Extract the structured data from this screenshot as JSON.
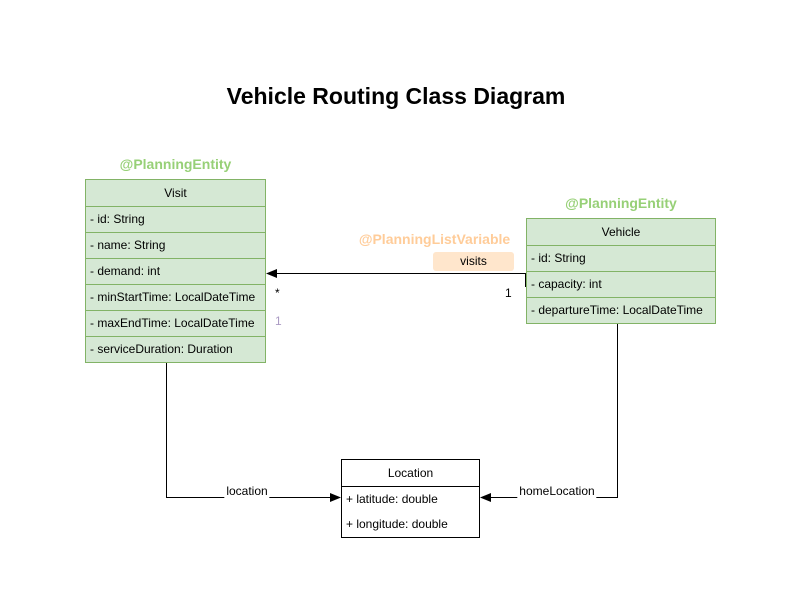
{
  "diagram_title": "Vehicle Routing Class Diagram",
  "classes": [
    {
      "name": "Visit",
      "annotation": "@PlanningEntity",
      "fields": [
        "- id: String",
        "- name: String",
        "- demand: int",
        "- minStartTime: LocalDateTime",
        "- maxEndTime: LocalDateTime",
        "- serviceDuration: Duration"
      ]
    },
    {
      "name": "Vehicle",
      "annotation": "@PlanningEntity",
      "fields": [
        "- id: String",
        "- capacity: int",
        "- departureTime: LocalDateTime"
      ]
    },
    {
      "name": "Location",
      "fields": [
        "+ latitude: double",
        "+ longitude: double"
      ]
    }
  ],
  "edges": {
    "visits": {
      "annotation": "@PlanningListVariable",
      "label": "visits",
      "multiplicity_target": "*",
      "multiplicity_source": "1",
      "multiplicity_secondary": "1"
    },
    "location": {
      "label": "location"
    },
    "home_location": {
      "label": "homeLocation"
    }
  },
  "colors": {
    "entity_fill": "#d5e8d4",
    "entity_border": "#82b366",
    "entity_annotation_text": "#97d077",
    "list_variable_annotation_text": "#ffcc99",
    "visits_label_bg": "#ffe6cc",
    "location_fill": "#ffffff",
    "location_border": "#000000",
    "secondary_multiplicity_text": "#ab9bc4",
    "edge_stroke": "#000000",
    "title_text": "#000000"
  }
}
